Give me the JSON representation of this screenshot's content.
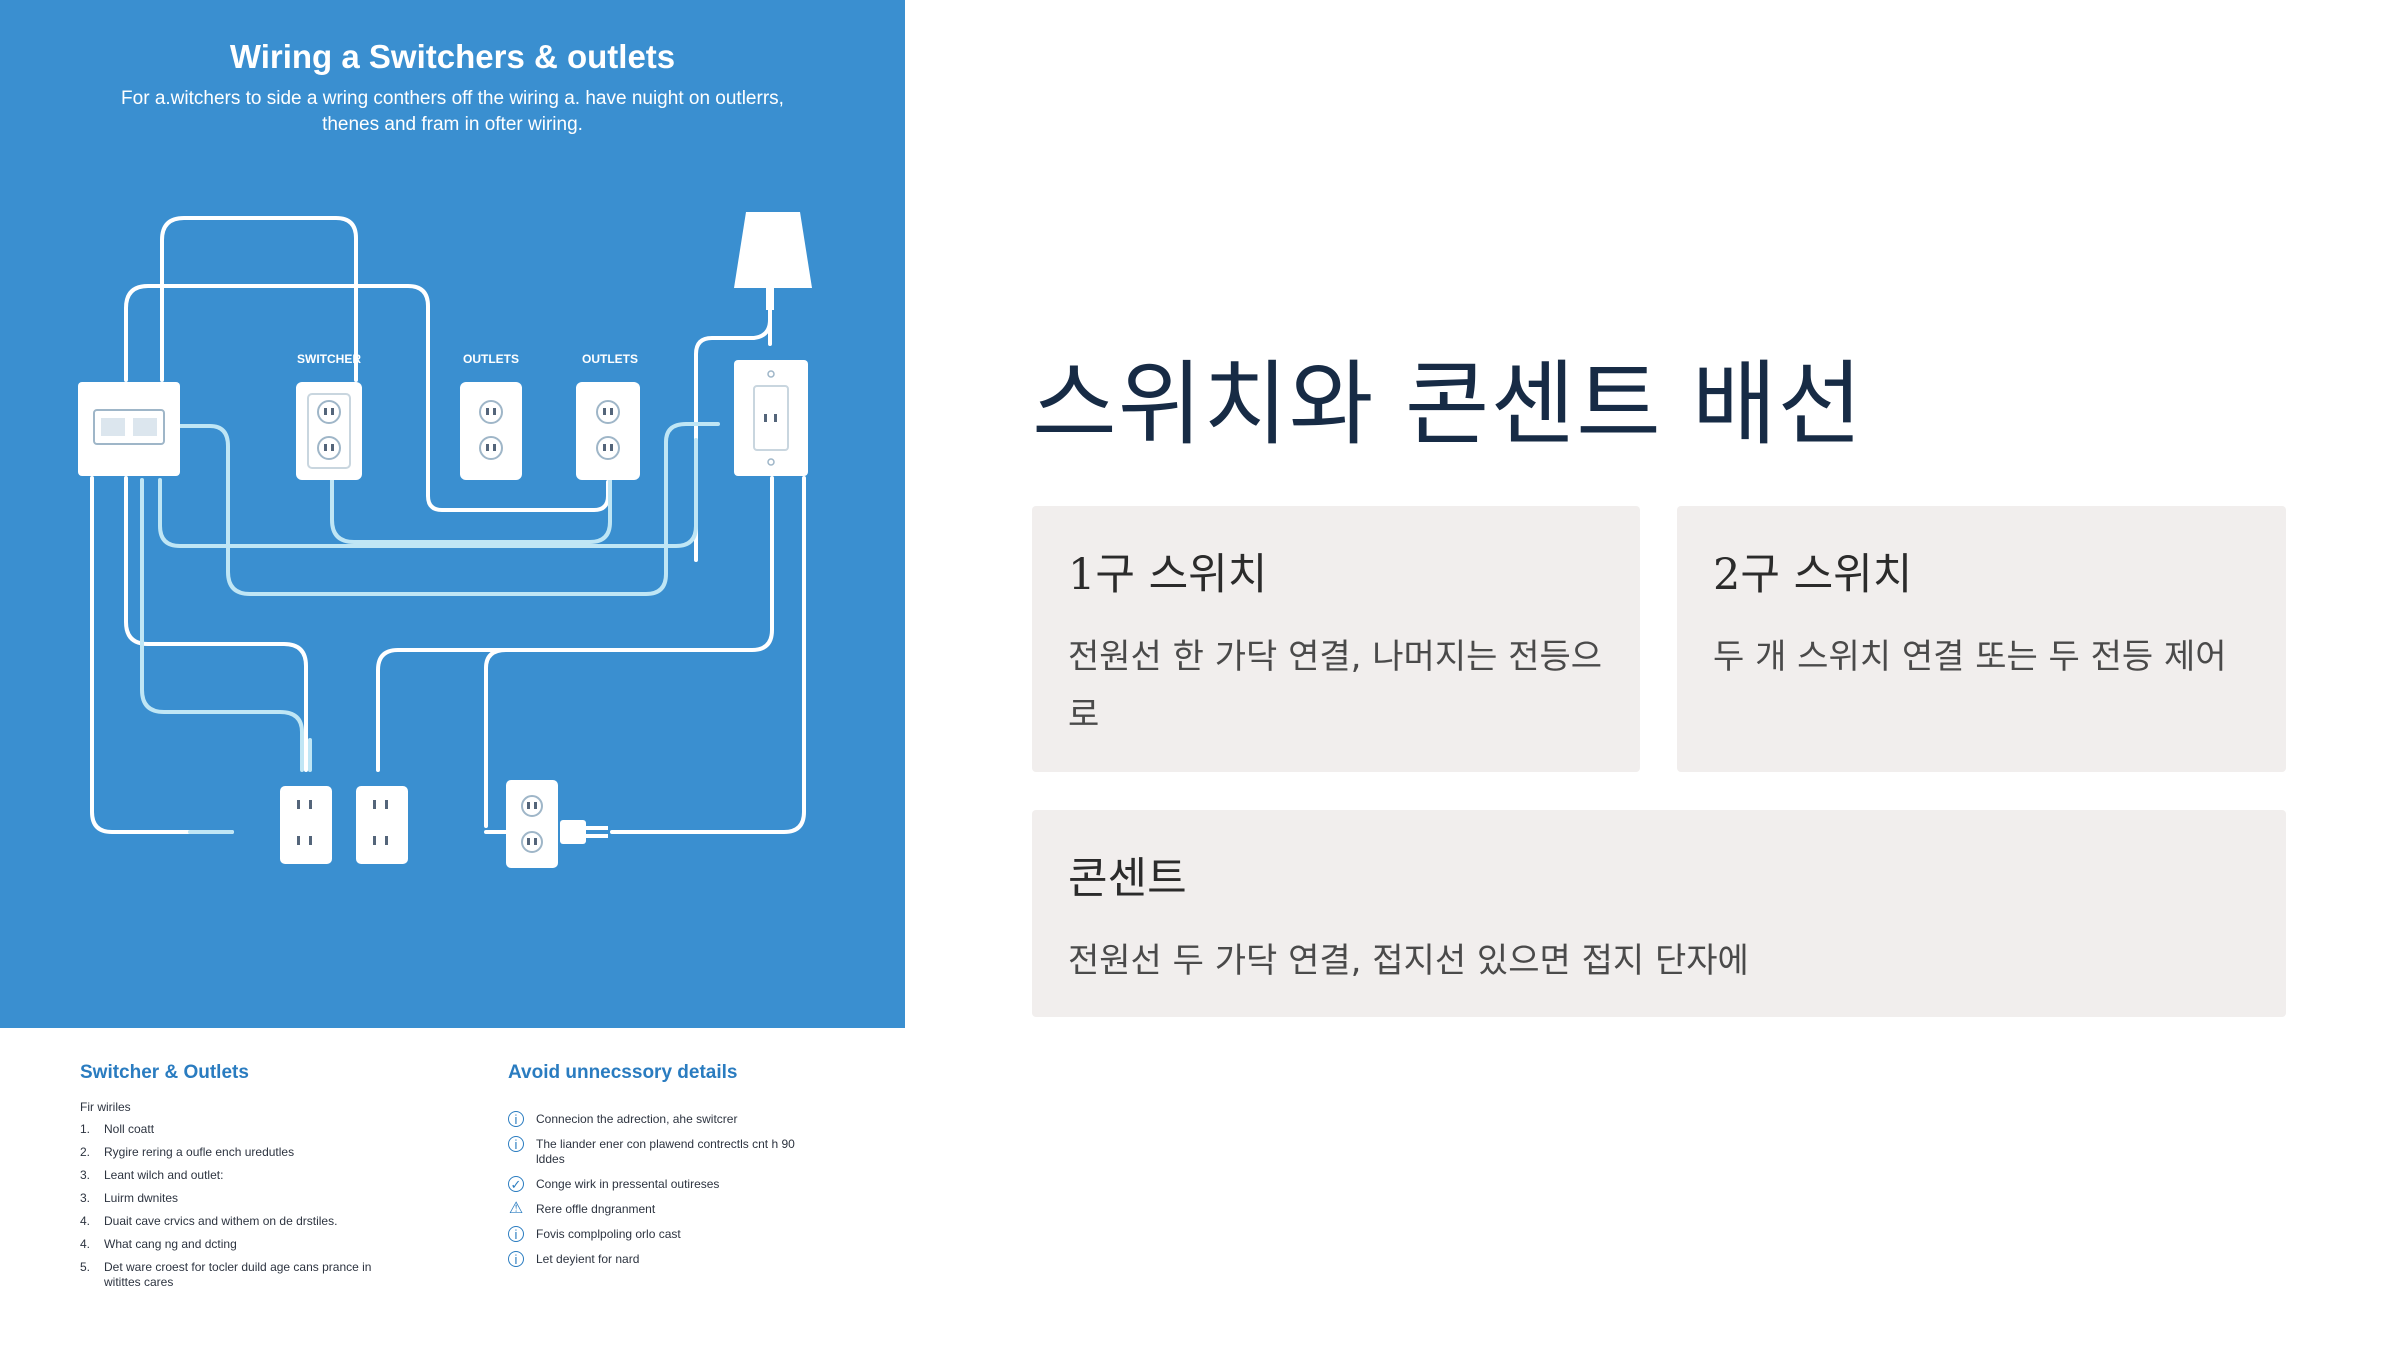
{
  "poster": {
    "title": "Wiring a Switchers & outlets",
    "subtitle": "For a.witchers to side a wring conthers off the wiring a. have nuight on outlerrs, thenes and fram in ofter wiring.",
    "labels": {
      "switcher": "SWITCHER",
      "outlets_1": "OUTLETS",
      "outlets_2": "OUTLETS"
    },
    "left_column": {
      "heading": "Switcher & Outlets",
      "lead": "Fir wiriles",
      "items": [
        {
          "num": "1.",
          "text": "Noll coatt"
        },
        {
          "num": "2.",
          "text": "Rygire rering a oufle ench uredutles"
        },
        {
          "num": "3.",
          "text": "Leant wilch and outlet:"
        },
        {
          "num": "3.",
          "text": "Luirm dwnites"
        },
        {
          "num": "4.",
          "text": "Duait cave crvics and withem on de drstiles."
        },
        {
          "num": "4.",
          "text": "What cang ng and dcting"
        },
        {
          "num": "5.",
          "text": "Det ware croest for tocler duild age cans prance in witittes cares"
        }
      ]
    },
    "right_column": {
      "heading": "Avoid unnecssory details",
      "items": [
        {
          "icon": "info-icon",
          "text": "Connecion the adrection, ahe switcrer"
        },
        {
          "icon": "info-icon",
          "text": "The liander ener con plawend contrectls cnt h 90 lddes"
        },
        {
          "icon": "check-icon",
          "text": "Conge wirk in pressental outireses"
        },
        {
          "icon": "warning-icon",
          "text": "Rere offle dngranment"
        },
        {
          "icon": "info-icon",
          "text": "Fovis complpoling orlo cast"
        },
        {
          "icon": "info-icon",
          "text": "Let deyient for nard"
        }
      ]
    },
    "colors": {
      "background": "#3a8fd0",
      "accent": "#2a7cc0",
      "wire_light": "#bfe6f5"
    }
  },
  "slide": {
    "title": "스위치와 콘센트 배선",
    "cards": [
      {
        "title": "1구 스위치",
        "body": "전원선 한 가닥 연결, 나머지는 전등으로"
      },
      {
        "title": "2구 스위치",
        "body": "두 개 스위치 연결 또는 두 전등 제어"
      },
      {
        "title": "콘센트",
        "body": "전원선 두 가닥 연결, 접지선 있으면 접지 단자에"
      }
    ],
    "colors": {
      "title": "#172b45",
      "card_background": "#f1eeed"
    }
  }
}
